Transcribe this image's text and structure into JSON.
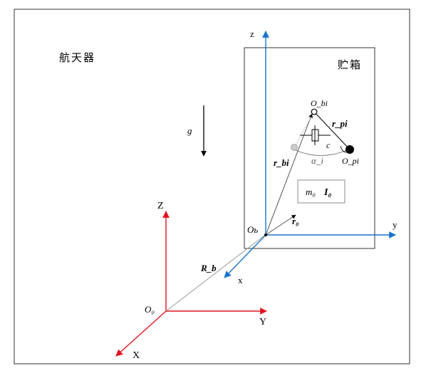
{
  "labels": {
    "spacecraft": "航天器",
    "tank": "贮箱",
    "gravity": "g",
    "inertial_Z": "Z",
    "inertial_Y": "Y",
    "inertial_X": "X",
    "inertial_origin": "O₀",
    "body_z": "z",
    "body_y": "y",
    "body_x": "x",
    "body_origin": "Oь",
    "R_b": "R_b",
    "r_0": "r₀",
    "r_bi": "r_bi",
    "O_bi": "O_bi",
    "O_pi": "O_pi",
    "r_pi": "r_pi",
    "c": "c",
    "alpha_i": "α_i",
    "mass": "m₀",
    "inertia": "I₀"
  },
  "colors": {
    "inertial_axes": "#e0141e",
    "body_axes": "#1a73c9",
    "lines": "#000000",
    "frame": "#333333",
    "faint": "#bbbbbb"
  }
}
